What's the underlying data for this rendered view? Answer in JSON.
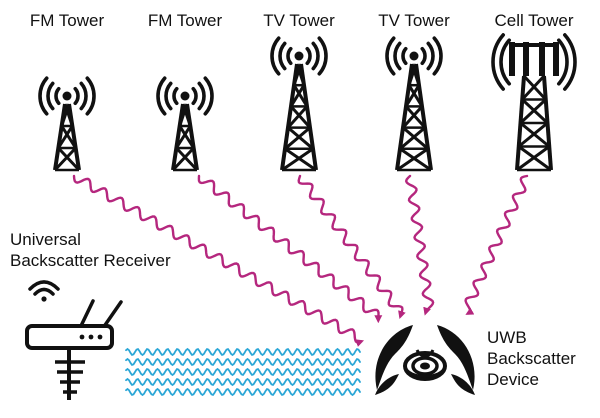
{
  "towers": [
    {
      "label": "FM Tower",
      "kind": "fm",
      "icon": "fm-tower-icon"
    },
    {
      "label": "FM Tower",
      "kind": "fm",
      "icon": "fm-tower-icon"
    },
    {
      "label": "TV Tower",
      "kind": "tv",
      "icon": "tv-tower-icon"
    },
    {
      "label": "TV Tower",
      "kind": "tv",
      "icon": "tv-tower-icon"
    },
    {
      "label": "Cell Tower",
      "kind": "cell",
      "icon": "cell-tower-icon"
    }
  ],
  "receiver": {
    "label_line1": "Universal",
    "label_line2": "Backscatter Receiver",
    "icon": "router-icon"
  },
  "device": {
    "label_line1": "UWB",
    "label_line2": "Backscatter",
    "label_line3": "Device",
    "icon": "backscatter-device-icon"
  },
  "colors": {
    "ambient_signal": "#b5277e",
    "backscatter_signal": "#2aa6d6",
    "ink": "#111111"
  }
}
